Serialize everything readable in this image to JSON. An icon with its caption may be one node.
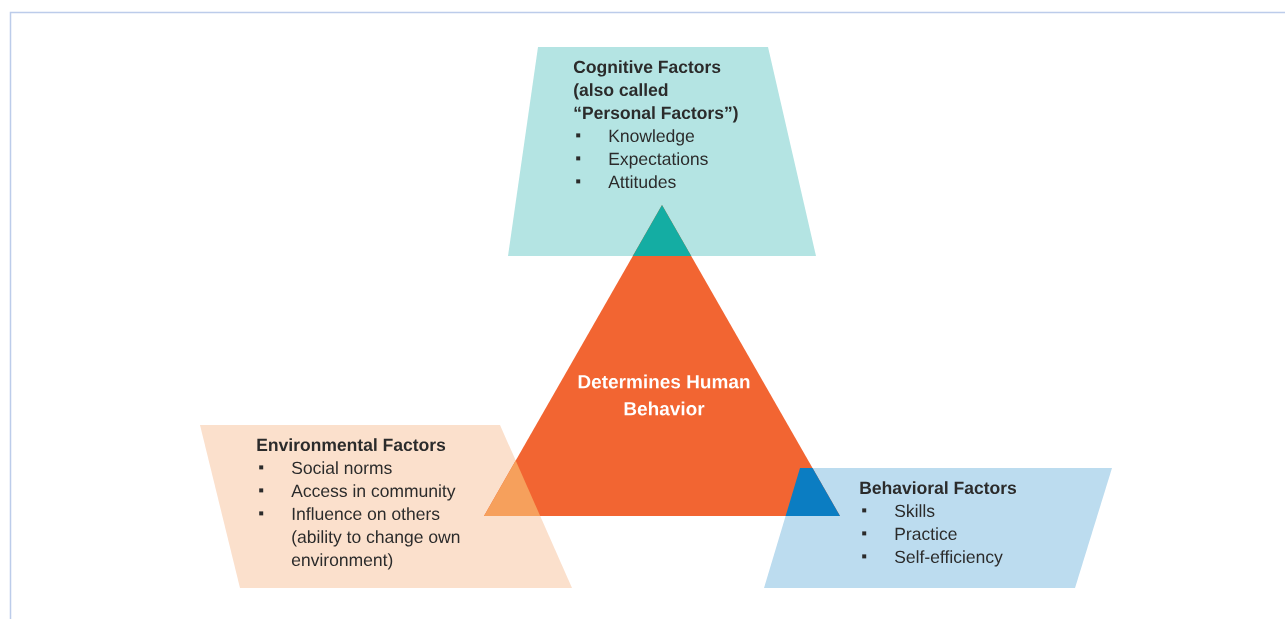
{
  "diagram": {
    "nodes": [
      {
        "text": [
          "Cognitive Factors (also called “Personal Factors”)",
          "Knowledge",
          "Expectations",
          "Attitudes"
        ]
      },
      {
        "text": [
          "Determines Human Behavior"
        ]
      },
      {
        "text": [
          "Environmental Factors",
          "Social norms",
          "Access in community",
          "Influence on others (ability to change own environment)"
        ]
      },
      {
        "text": [
          "Behavioral Factors",
          "Skills",
          "Practice",
          "Self-efficiency"
        ]
      }
    ]
  }
}
